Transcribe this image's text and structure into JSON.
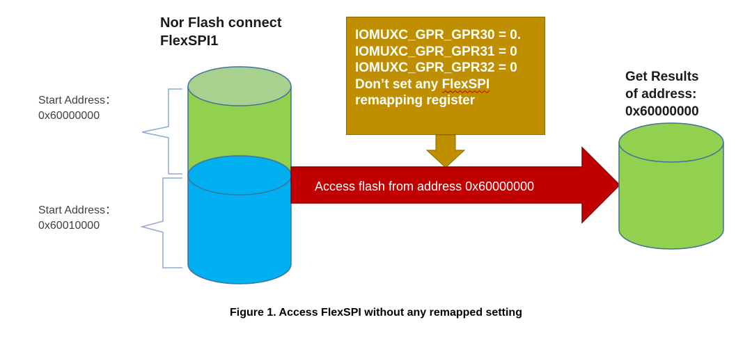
{
  "flash": {
    "title_lines": [
      "Nor Flash connect",
      "FlexSPI1"
    ]
  },
  "regions": [
    {
      "label": "Start Address：",
      "address": "0x60000000"
    },
    {
      "label": "Start Address：",
      "address": "0x60010000"
    }
  ],
  "config_box": {
    "lines": [
      "IOMUXC_GPR_GPR30 = 0.",
      "IOMUXC_GPR_GPR31 = 0",
      "IOMUXC_GPR_GPR32 = 0"
    ],
    "note_prefix": "Don’t set any ",
    "note_keyword": "FlexSPI",
    "note_line2": "remapping register"
  },
  "arrow": {
    "label": "Access flash from address 0x60000000"
  },
  "result": {
    "lines": [
      "Get Results",
      "of address:",
      "0x60000000"
    ]
  },
  "caption": "Figure 1.  Access FlexSPI without any remapped setting",
  "colors": {
    "green_top": "#a9d18e",
    "green_body": "#92d050",
    "blue_top": "#00b0f0",
    "blue_body": "#00b0f0",
    "outline": "#41719c",
    "arrow_fill": "#c00000",
    "arrow_stroke": "#8c0000",
    "box_fill": "#bf8f00",
    "brace": "#8eaadb"
  }
}
